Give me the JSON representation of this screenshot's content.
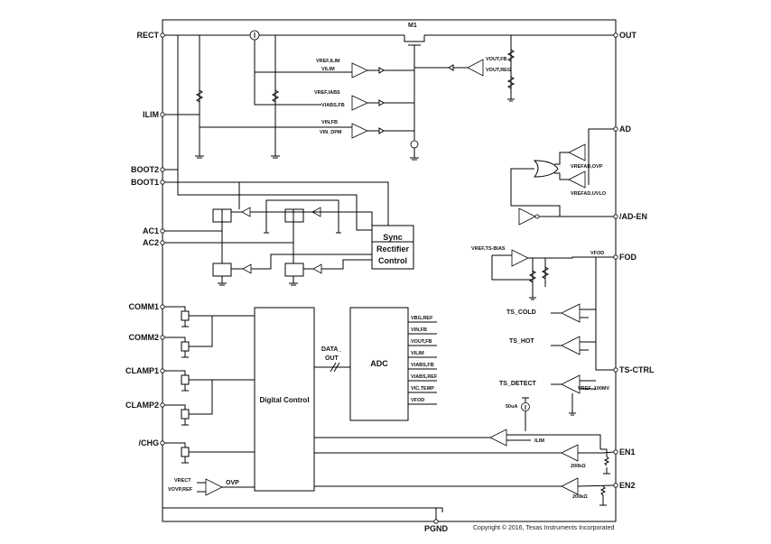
{
  "pins_left": [
    "RECT",
    "ILIM",
    "BOOT2",
    "BOOT1",
    "AC1",
    "AC2",
    "COMM1",
    "COMM2",
    "CLAMP1",
    "CLAMP2",
    "/CHG"
  ],
  "pins_right": [
    "OUT",
    "AD",
    "/AD-EN",
    "FOD",
    "TS-CTRL",
    "EN1",
    "EN2"
  ],
  "pin_bottom": "PGND",
  "labels": {
    "m1": "M1",
    "vref_ilim": "VREF,ILIM",
    "vilim": "VILIM",
    "vout_fb": "VOUT,FB",
    "vout_reg": "VOUT,REG",
    "vref_iabs": "VREF,IABS",
    "viabs_fb": "VIABS,FB",
    "vin_fb": "VIN,FB",
    "vin_dpm": "VIN_DPM",
    "vref_ad_ovp": "VREFAD,OVP",
    "vref_ad_uvlo": "VREFAD,UVLO",
    "vref_ts_bias": "VREF,TS-BIAS",
    "vfod": "VFOD",
    "ts_cold": "TS_COLD",
    "ts_hot": "TS_HOT",
    "ts_detect": "TS_DETECT",
    "vref_100mv": "VREF_100MV",
    "i50ua": "50uA",
    "ilim_tag": "ILIM",
    "r200k_1": "200kΩ",
    "r200k_2": "200kΩ",
    "vrect": "VRECT",
    "vovp_ref": "VOVP,REF",
    "ovp": "OVP",
    "data_out_1": "DATA_",
    "data_out_2": "OUT"
  },
  "blocks": {
    "sync_1": "Sync",
    "sync_2": "Rectifier",
    "sync_3": "Control",
    "digital": "Digital Control",
    "adc": "ADC"
  },
  "adc_inputs": [
    "VBG,REF",
    "VIN,FB",
    "VOUT,FB",
    "VILIM",
    "VIABS,FB",
    "VIABS,REF",
    "VIC,TEMP",
    "VFOD"
  ],
  "copyright": "Copyright © 2016, Texas Instruments Incorporated"
}
